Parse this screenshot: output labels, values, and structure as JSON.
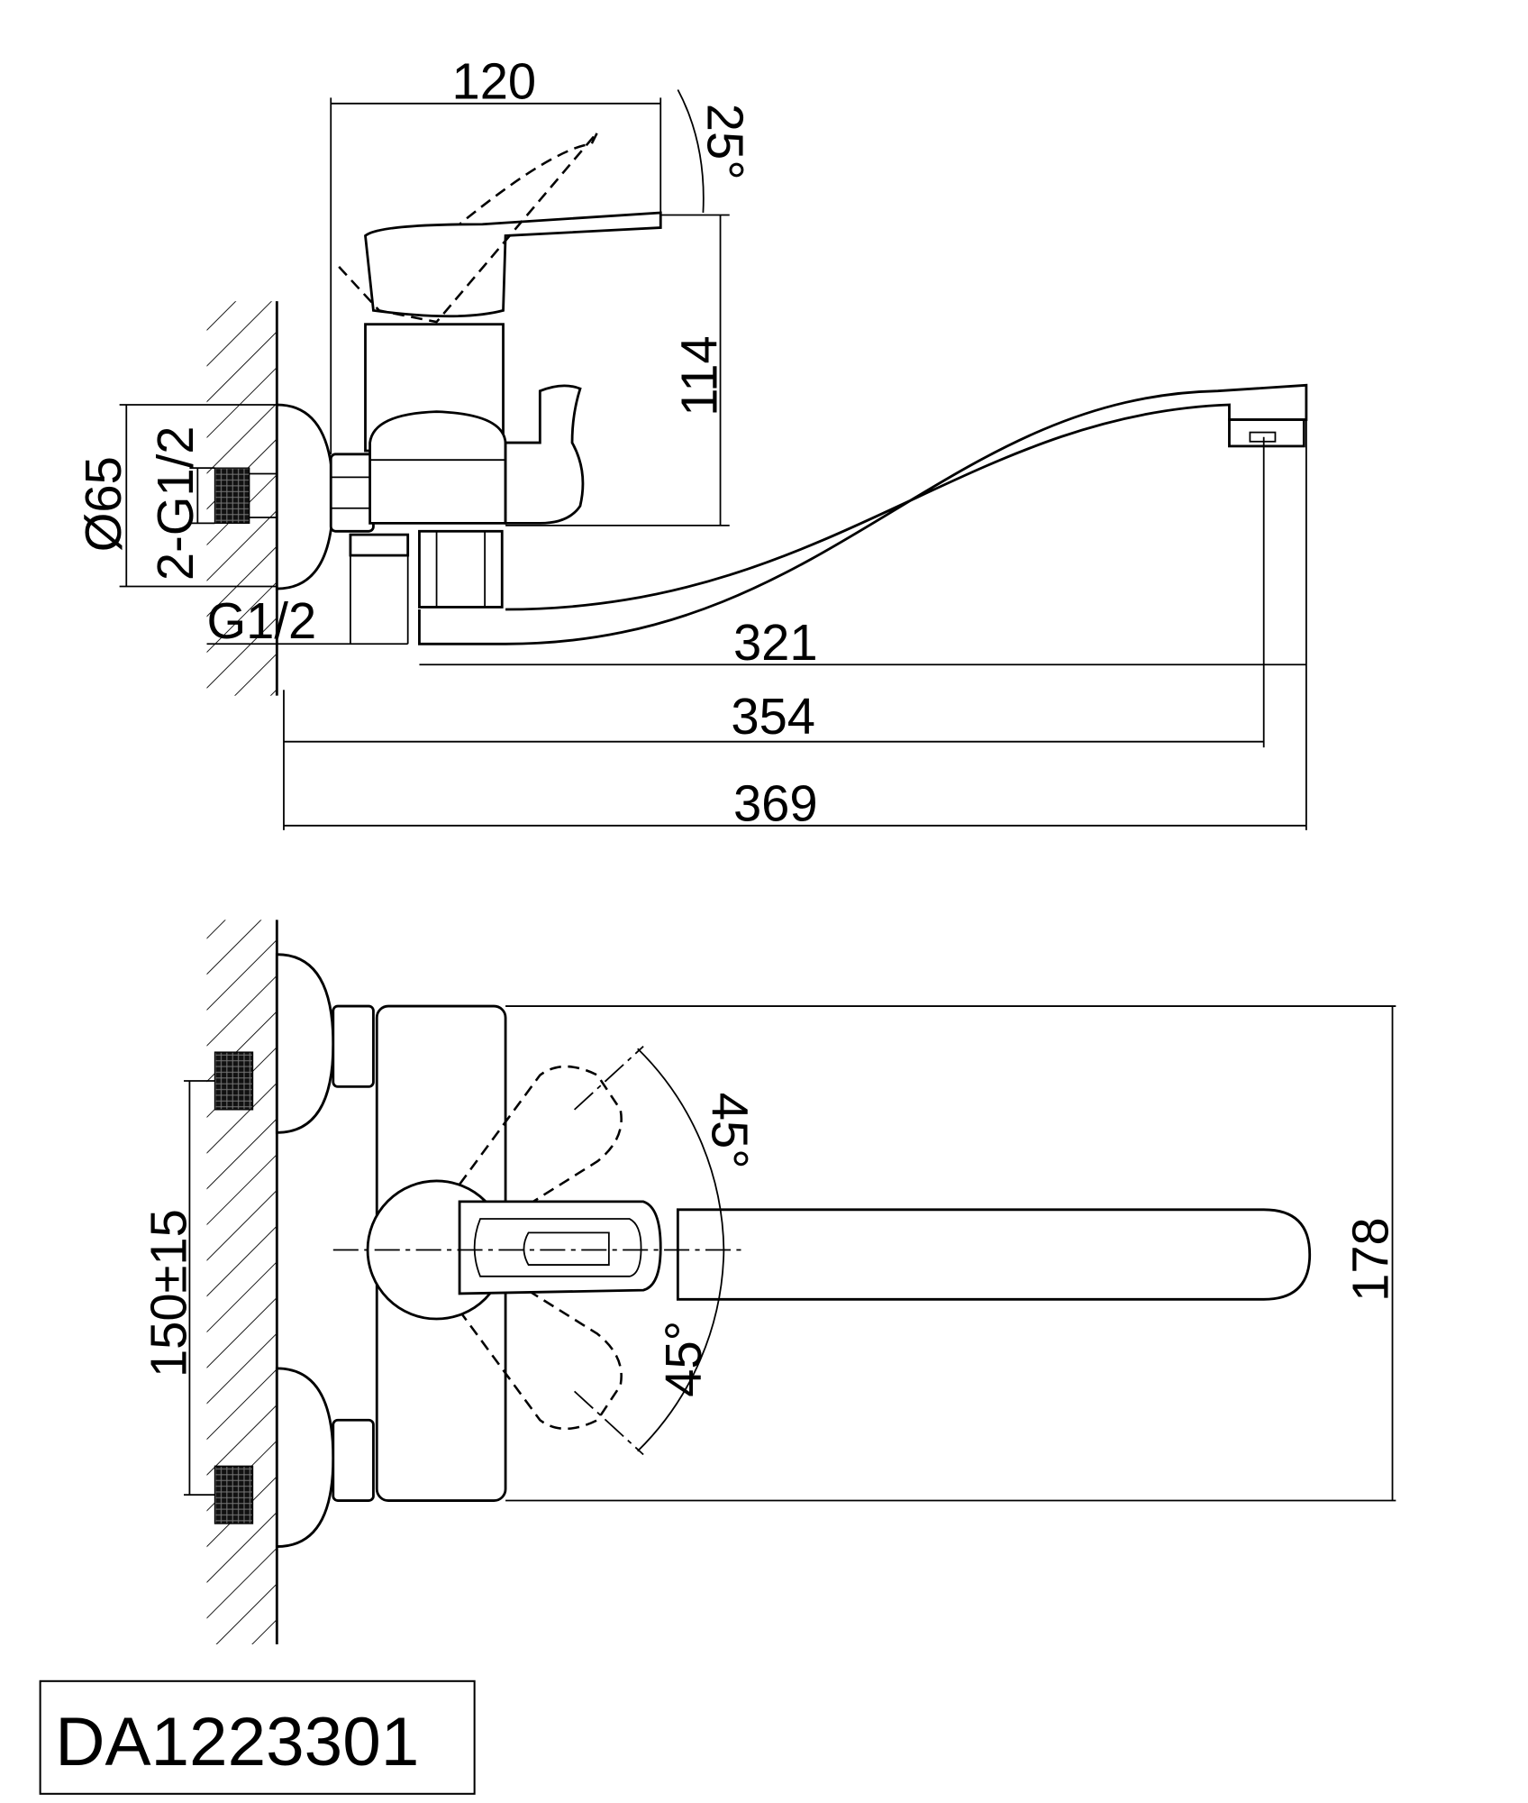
{
  "drawing": {
    "model_code": "DA1223301",
    "side_view": {
      "dim_lever_length": "120",
      "dim_lever_angle": "25°",
      "dim_height": "114",
      "dim_escutcheon_diameter": "Ø65",
      "dim_inlet_thread": "2-G1/2",
      "dim_outlet_thread": "G1/2",
      "dim_spout_reach": "321",
      "dim_outlet_distance": "354",
      "dim_total_length": "369"
    },
    "top_view": {
      "dim_width": "178",
      "dim_inlet_spacing": "150±15",
      "dim_rotation_up": "45°",
      "dim_rotation_down": "45°"
    }
  }
}
